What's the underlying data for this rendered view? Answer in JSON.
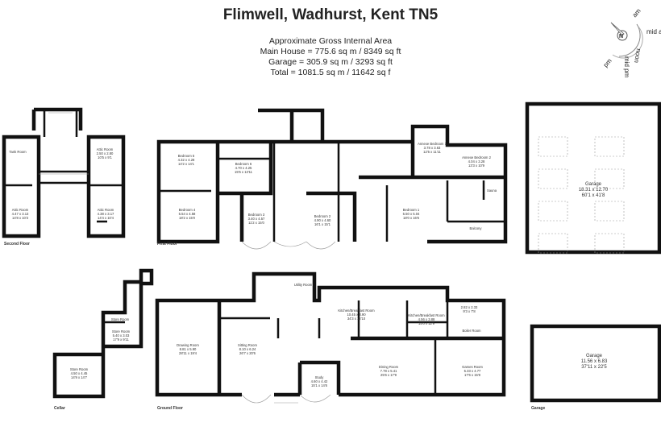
{
  "title": "Flimwell, Wadhurst, Kent TN5",
  "area": {
    "heading": "Approximate Gross Internal Area",
    "main_house": "Main House = 775.6 sq m / 8349 sq ft",
    "garage": "Garage = 305.9 sq m / 3293 sq ft",
    "total": "Total = 1081.5 sq m / 11642 sq f"
  },
  "compass": {
    "north": "N",
    "am": "am",
    "mid_am": "mid am",
    "noon": "noon",
    "mid_pm": "mid pm",
    "pm": "pm"
  },
  "floors": {
    "second": {
      "label": "Second Floor",
      "rooms": [
        {
          "name": "Tank Room"
        },
        {
          "name": "Attic Room",
          "metric": "2.50 x 2.80",
          "imperial": "10'5 x 9'1"
        },
        {
          "name": "Attic Room",
          "metric": "4.47 x 3.13",
          "imperial": "14'8 x 10'3"
        },
        {
          "name": "Attic Room",
          "metric": "4.38 x 3.17",
          "imperial": "14'4 x 10'4"
        }
      ]
    },
    "first": {
      "label": "First Floor",
      "rooms": [
        {
          "name": "Bedroom 5",
          "metric": "4.32 x 4.28",
          "imperial": "14'2 x 14'1"
        },
        {
          "name": "Bedroom 6",
          "metric": "4.70 x 4.25",
          "imperial": "15'5 x 13'11"
        },
        {
          "name": "Bedroom 4",
          "metric": "5.54 x 4.58",
          "imperial": "18'2 x 15'0"
        },
        {
          "name": "Bedroom 3",
          "metric": "3.40 x 4.57",
          "imperial": "11'2 x 15'0"
        },
        {
          "name": "Bedroom 2",
          "metric": "4.90 x 4.60",
          "imperial": "16'1 x 15'1"
        },
        {
          "name": "Bedroom 1",
          "metric": "5.50 x 5.04",
          "imperial": "18'0 x 16'6"
        },
        {
          "name": "Annexe Bedroom 1",
          "metric": "3.78 x 3.63",
          "imperial": "12'5 x 11'11"
        },
        {
          "name": "Annexe Bedroom 2",
          "metric": "4.04 x 3.28",
          "imperial": "13'3 x 10'9"
        },
        {
          "name": "Sauna"
        },
        {
          "name": "Balcony"
        }
      ]
    },
    "garage_main": {
      "rooms": [
        {
          "name": "Garage",
          "metric": "18.31 x 12.70",
          "imperial": "60'1 x 41'8"
        }
      ]
    },
    "cellar": {
      "label": "Cellar",
      "rooms": [
        {
          "name": "Store Room"
        },
        {
          "name": "Store Room",
          "metric": "5.40 x 3.03",
          "imperial": "17'9 x 9'11"
        },
        {
          "name": "Store Room",
          "metric": "4.50 x 4.45",
          "imperial": "14'9 x 14'7"
        }
      ]
    },
    "ground": {
      "label": "Ground Floor",
      "rooms": [
        {
          "name": "Drawing Room",
          "metric": "8.81 x 5.90",
          "imperial": "28'11 x 19'4"
        },
        {
          "name": "Sitting Room",
          "metric": "8.10 x 6.24",
          "imperial": "26'7 x 20'6"
        },
        {
          "name": "Utility Room"
        },
        {
          "name": "Study",
          "metric": "4.60 x 4.42",
          "imperial": "15'1 x 14'6"
        },
        {
          "name": "Kitchen/Breakfast Room",
          "metric": "10.45 x 3.90",
          "imperial": "34'3 x 12'10"
        },
        {
          "name": "Kitchen/Breakfast Room",
          "metric": "4.56 x 3.88",
          "imperial": "15'0 x 12'9"
        },
        {
          "name": "",
          "metric": "2.82 x 2.33",
          "imperial": "9'3 x 7'8"
        },
        {
          "name": "Boiler Room"
        },
        {
          "name": "Dining Room",
          "metric": "7.78 x 5.41",
          "imperial": "25'6 x 17'9"
        },
        {
          "name": "Games Room",
          "metric": "5.33 x 4.77",
          "imperial": "17'6 x 15'8"
        }
      ]
    },
    "garage": {
      "label": "Garage",
      "rooms": [
        {
          "name": "Garage",
          "metric": "11.56 x 6.83",
          "imperial": "37'11 x 22'5"
        }
      ]
    }
  }
}
